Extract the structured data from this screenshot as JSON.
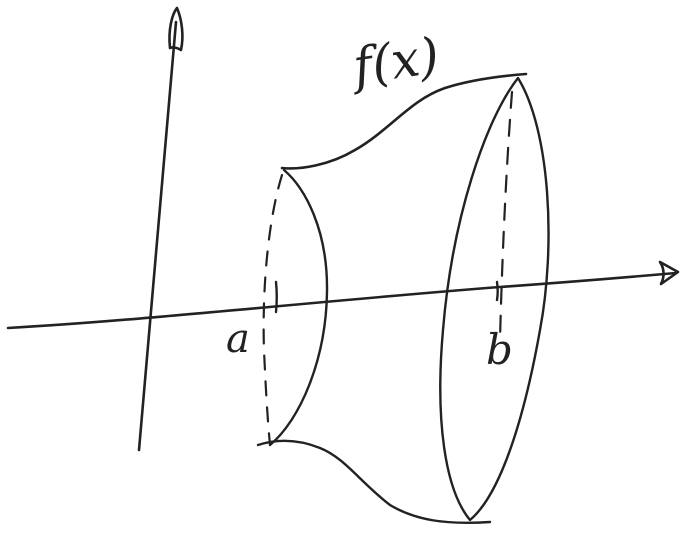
{
  "diagram": {
    "function_label": "f(x)",
    "lower_bound_label": "a",
    "upper_bound_label": "b",
    "ink_color": "#222222",
    "background_color": "#ffffff"
  }
}
